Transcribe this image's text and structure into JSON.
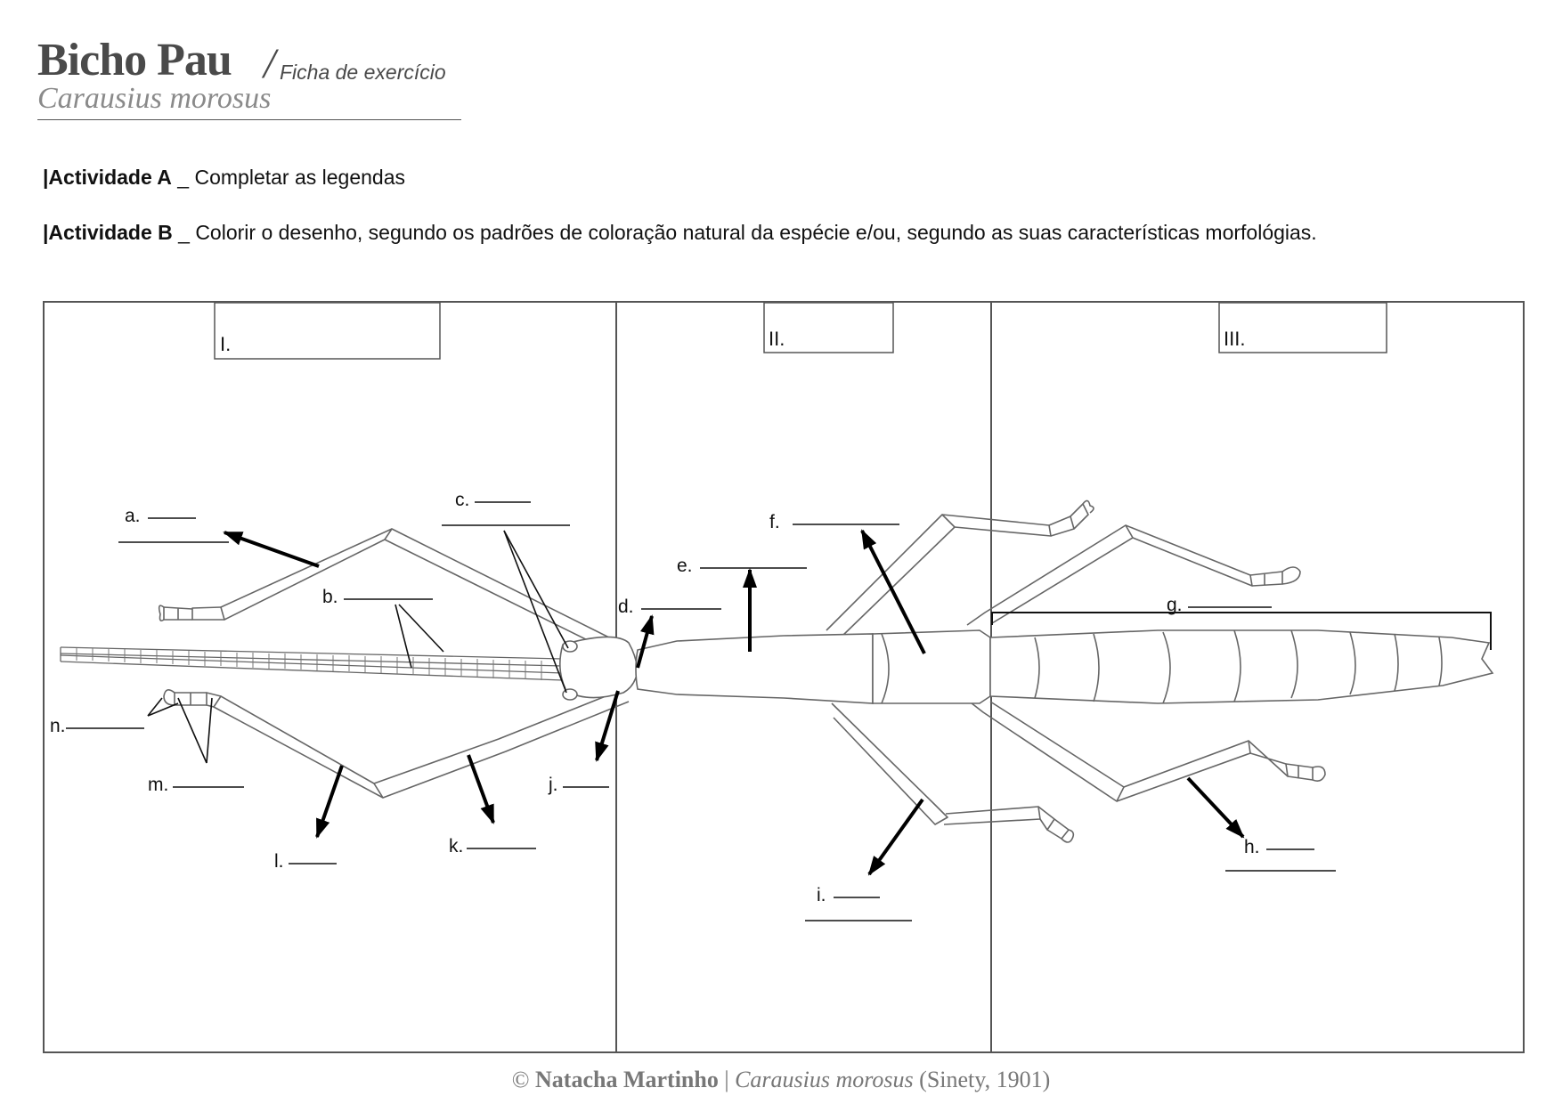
{
  "header": {
    "title": "Bicho Pau",
    "slash": "/",
    "subtitle": "Ficha de exercício",
    "species": "Carausius morosus"
  },
  "activities": [
    {
      "label": "|Actividade A",
      "text": " _ Completar as legendas"
    },
    {
      "label": "|Actividade B",
      "text": " _ Colorir o desenho, segundo os padrões de coloração natural da espécie e/ou, segundo as suas características morfológias."
    }
  ],
  "sections": [
    "I.",
    "II.",
    "III."
  ],
  "labels": {
    "a": "a.",
    "b": "b.",
    "c": "c.",
    "d": "d.",
    "e": "e.",
    "f": "f.",
    "g": "g.",
    "h": "h.",
    "i": "i.",
    "j": "j.",
    "k": "k.",
    "l": "l.",
    "m": "m.",
    "n": "n."
  },
  "footer": {
    "copyright": "© ",
    "author": "Natacha Martinho",
    "sep": " | ",
    "species": "Carausius morosus",
    "citation": " (Sinety, 1901)"
  }
}
